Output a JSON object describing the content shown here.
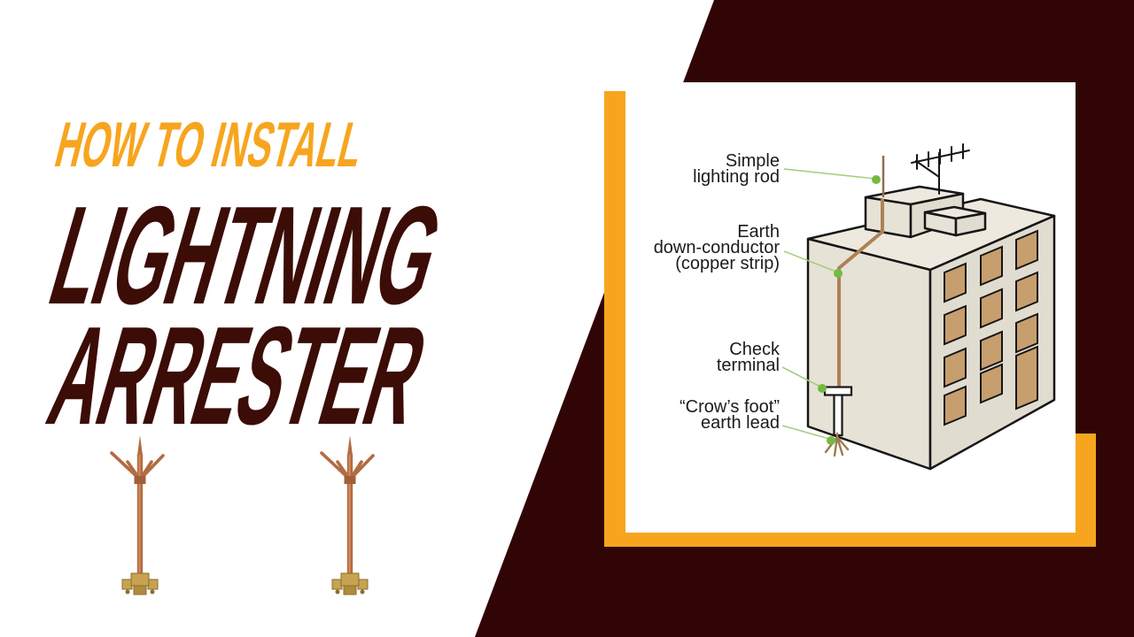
{
  "title": {
    "kicker": "HOW TO INSTALL",
    "line1": "LIGHTNING",
    "line2": "ARRESTER"
  },
  "colors": {
    "accent_orange": "#F7A51F",
    "dark_maroon": "#310506",
    "title_maroon": "#3C0C07",
    "label_text": "#1B1B1B",
    "callout_green": "#76B93F",
    "wall": "#E6E2D6",
    "window_tan": "#C79E6E",
    "copper": "#AD8156"
  },
  "diagram": {
    "labels": [
      {
        "id": "simple-lightning-rod",
        "lines": [
          "Simple",
          "lighting rod"
        ]
      },
      {
        "id": "earth-down-conductor",
        "lines": [
          "Earth",
          "down-conductor",
          "(copper strip)"
        ]
      },
      {
        "id": "check-terminal",
        "lines": [
          "Check",
          "terminal"
        ]
      },
      {
        "id": "crows-foot-earth-lead",
        "lines": [
          "“Crow’s foot”",
          "earth lead"
        ]
      }
    ]
  }
}
